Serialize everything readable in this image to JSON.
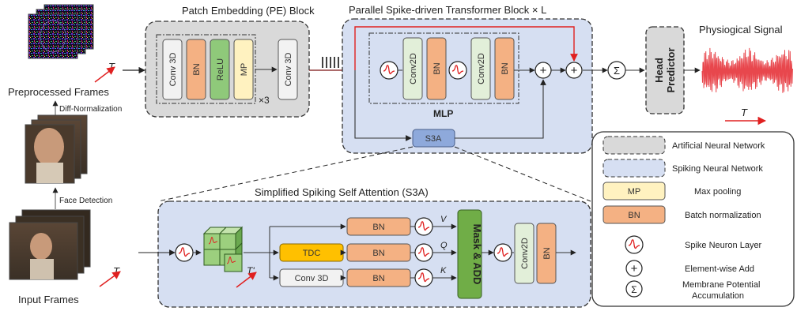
{
  "colors": {
    "ann_block": "#d9d9d9",
    "snn_block": "#d6dff2",
    "conv_fill": "#f2f2f2",
    "bn_fill": "#f4b183",
    "relu_fill": "#8fc97a",
    "mp_fill": "#fff2c0",
    "tdc_fill": "#ffc000",
    "conv2d_fill": "#e2efd9",
    "mask_fill": "#70ad47",
    "arrow_red": "#e02020",
    "signal_red": "#e8474d",
    "frame_noise": [
      "#6a2fd0",
      "#2aa0e0",
      "#e03070",
      "#30c060",
      "#f0d040"
    ]
  },
  "icons": {
    "spike_neuron": "spike-neuron-icon",
    "add": "add-icon",
    "sum": "sigma-icon"
  },
  "left": {
    "preprocessed_frames": "Preprocessed Frames",
    "diff_norm": "Diff-Normalization",
    "face_detection": "Face Detection",
    "input_frames": "Input Frames",
    "t_symbol": "T"
  },
  "pe": {
    "title": "Patch Embedding (PE) Block",
    "conv3d": "Conv 3D",
    "bn": "BN",
    "relu": "ReLU",
    "mp": "MP",
    "repeat": "×3",
    "conv3d_out": "Conv 3D"
  },
  "pst": {
    "title": "Parallel Spike-driven Transformer Block × L",
    "conv2d_a": "Conv2D",
    "bn_a": "BN",
    "conv2d_b": "Conv2D",
    "bn_b": "BN",
    "mlp": "MLP",
    "s3a": "S3A",
    "plus1": "+",
    "plus2": "+",
    "sigma": "Σ"
  },
  "head": {
    "label_line1": "Head",
    "label_line2": "Predictor"
  },
  "signal": {
    "title": "Physiogical Signal",
    "t_symbol": "T"
  },
  "s3a_block": {
    "title": "Simplified Spiking Self Attention (S3A)",
    "tdc": "TDC",
    "conv3d": "Conv 3D",
    "bn_v": "BN",
    "bn_q": "BN",
    "bn_k": "BN",
    "v": "V",
    "q": "Q",
    "k": "K",
    "mask_add": "Mask & ADD",
    "conv2d": "Conv2D",
    "bn": "BN",
    "t_prime": "T'"
  },
  "legend": {
    "items": [
      {
        "label": "Artificial Neural Network"
      },
      {
        "label": "Spiking Neural Network"
      },
      {
        "swatch": "MP",
        "label": "Max pooling"
      },
      {
        "swatch": "BN",
        "label": "Batch normalization"
      },
      {
        "label": "Spike Neuron Layer"
      },
      {
        "symbol": "+",
        "label": "Element-wise Add"
      },
      {
        "symbol": "Σ",
        "label": "Membrane Potential"
      },
      {
        "label": "Accumulation"
      }
    ]
  }
}
